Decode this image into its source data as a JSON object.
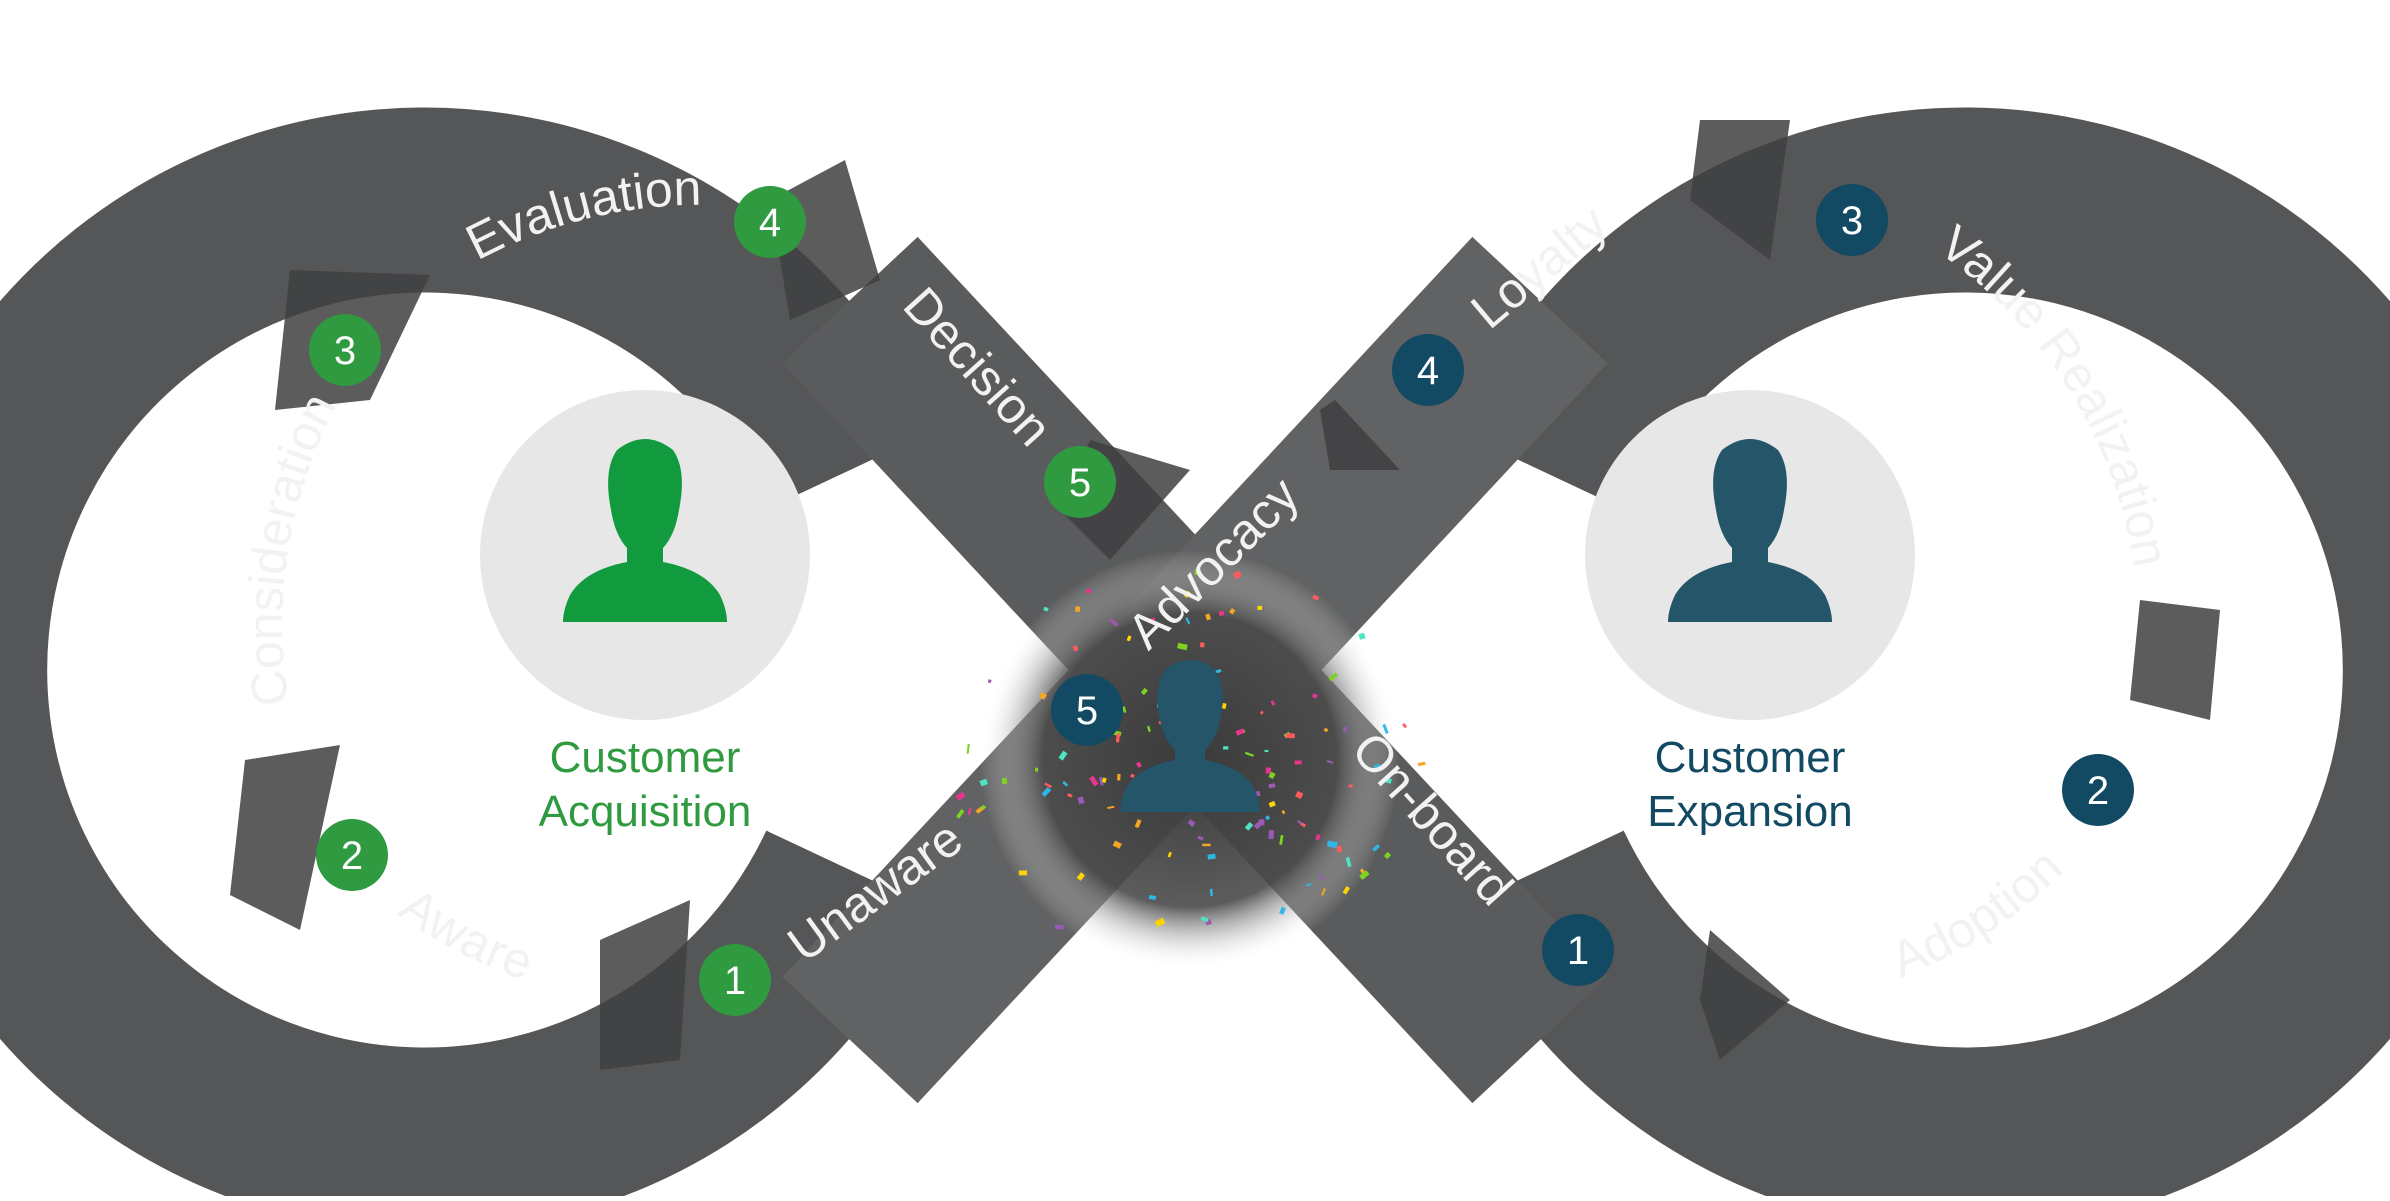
{
  "colors": {
    "band": "#555657",
    "band_dark": "#3f4041",
    "band_light": "#6a6b6c",
    "label_text": "#f2f2f2",
    "green": "#2f9a3f",
    "green_figure": "#129a3f",
    "navy": "#124a63",
    "navy_figure": "#245569",
    "circle_bg": "#e7e7e7"
  },
  "acquisition": {
    "title_line1": "Customer",
    "title_line2": "Acquisition",
    "icon": "person-silhouette-icon",
    "stages": [
      {
        "num": "1",
        "label": "Unaware"
      },
      {
        "num": "2",
        "label": "Aware"
      },
      {
        "num": "3",
        "label": "Consideration"
      },
      {
        "num": "4",
        "label": "Evaluation"
      },
      {
        "num": "5",
        "label": "Decision"
      }
    ]
  },
  "expansion": {
    "title_line1": "Customer",
    "title_line2": "Expansion",
    "icon": "person-silhouette-icon",
    "stages": [
      {
        "num": "1",
        "label": "On-board"
      },
      {
        "num": "2",
        "label": "Adoption"
      },
      {
        "num": "3",
        "label": "Value Realization"
      },
      {
        "num": "4",
        "label": "Loyalty"
      },
      {
        "num": "5",
        "label": "Advocacy"
      }
    ]
  },
  "center": {
    "icon": "celebrating-person-icon",
    "decoration": "confetti"
  }
}
